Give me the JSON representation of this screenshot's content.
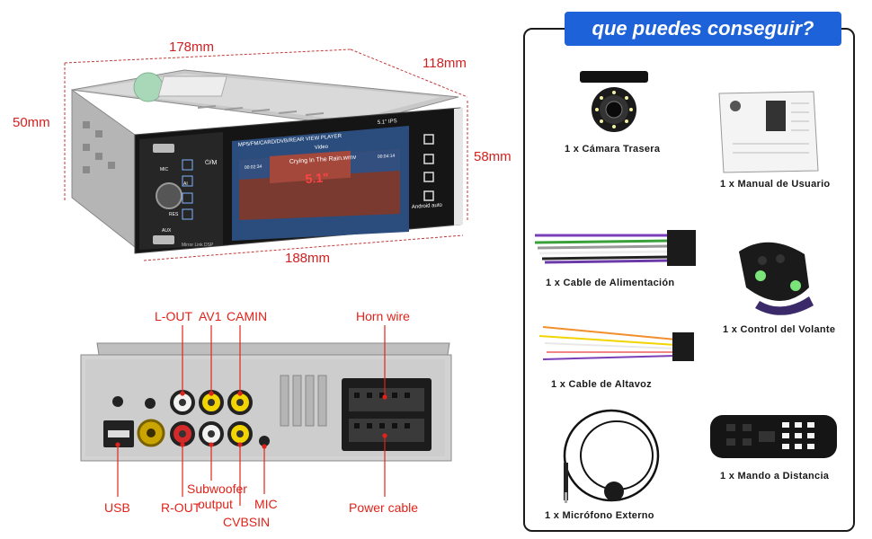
{
  "dimensions": {
    "width": "178mm",
    "depth": "118mm",
    "height": "50mm",
    "front_height": "58mm",
    "front_width": "188mm"
  },
  "screen": {
    "header": "MP5/FM/CARD/DVB/REAR VIEW PLAYER",
    "size_badge": "5.1\" IPS",
    "big_size": "5.1\"",
    "tab": "Video",
    "track": "Crying In The Rain.wmv",
    "time_start": "00:02:34",
    "time_end": "00:04:14",
    "brand": "Android auto"
  },
  "unit": {
    "mic_label": "MIC",
    "ai_label": "AI",
    "res_label": "RES",
    "aux_label": "AUX",
    "power_label": "⏻/M",
    "bottom_text": "Mirror Link DSP"
  },
  "back_panel": {
    "labels_top": {
      "lout": "L-OUT",
      "av1": "AV1",
      "camin": "CAMIN",
      "horn": "Horn wire"
    },
    "labels_bottom": {
      "usb": "USB",
      "rout": "R-OUT",
      "subwoofer_line1": "Subwoofer",
      "subwoofer_line2": "output",
      "cvbsin": "CVBSIN",
      "mic": "MIC",
      "power": "Power cable"
    }
  },
  "accessories_panel": {
    "title": "que puedes conseguir?",
    "items": [
      {
        "label": "1 x Cámara Trasera",
        "icon": "rear-camera"
      },
      {
        "label": "1 x Manual de Usuario",
        "icon": "user-manual"
      },
      {
        "label": "1 x Cable de Alimentación",
        "icon": "power-cable"
      },
      {
        "label": "1 x Control del Volante",
        "icon": "steering-wheel-control"
      },
      {
        "label": "1 x Cable de Altavoz",
        "icon": "speaker-cable"
      },
      {
        "label": "1 x Micrófono Externo",
        "icon": "external-microphone"
      },
      {
        "label": "1 x Mando a Distancia",
        "icon": "remote-control"
      }
    ]
  },
  "colors": {
    "label_red": "#e1231a",
    "title_blue": "#1d62d9",
    "rca_white": "#f2f2f2",
    "rca_red": "#d42a2a",
    "rca_yellow": "#f2d400",
    "wire_purple": "#7a3fb8",
    "wire_green": "#3aa13a"
  }
}
